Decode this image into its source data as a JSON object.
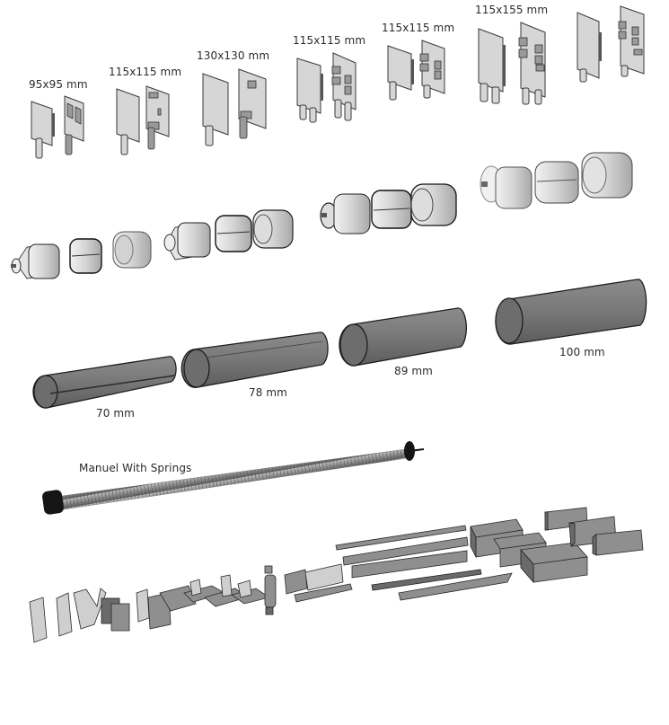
{
  "brackets": {
    "groups": [
      {
        "label": "95x95 mm"
      },
      {
        "label": "115x115 mm"
      },
      {
        "label": "130x130 mm"
      },
      {
        "label": "115x115 mm"
      },
      {
        "label": "115x115 mm"
      },
      {
        "label": "115x155 mm"
      },
      {
        "label": ""
      }
    ]
  },
  "adapters": {
    "sets": [
      "adapter-set-70",
      "adapter-set-78",
      "adapter-set-89",
      "adapter-set-100"
    ]
  },
  "tubes": {
    "items": [
      {
        "label": "70 mm"
      },
      {
        "label": "78 mm"
      },
      {
        "label": "89 mm"
      },
      {
        "label": "100 mm"
      }
    ]
  },
  "spring_axle": {
    "label": "Manuel With Springs"
  },
  "colors": {
    "tube": "#6e6e6e",
    "tube_light": "#8a8a8a",
    "plate": "#d6d6d6",
    "outline": "#2b2b2b",
    "text": "#2b2b2b",
    "spring_cap": "#151515"
  }
}
